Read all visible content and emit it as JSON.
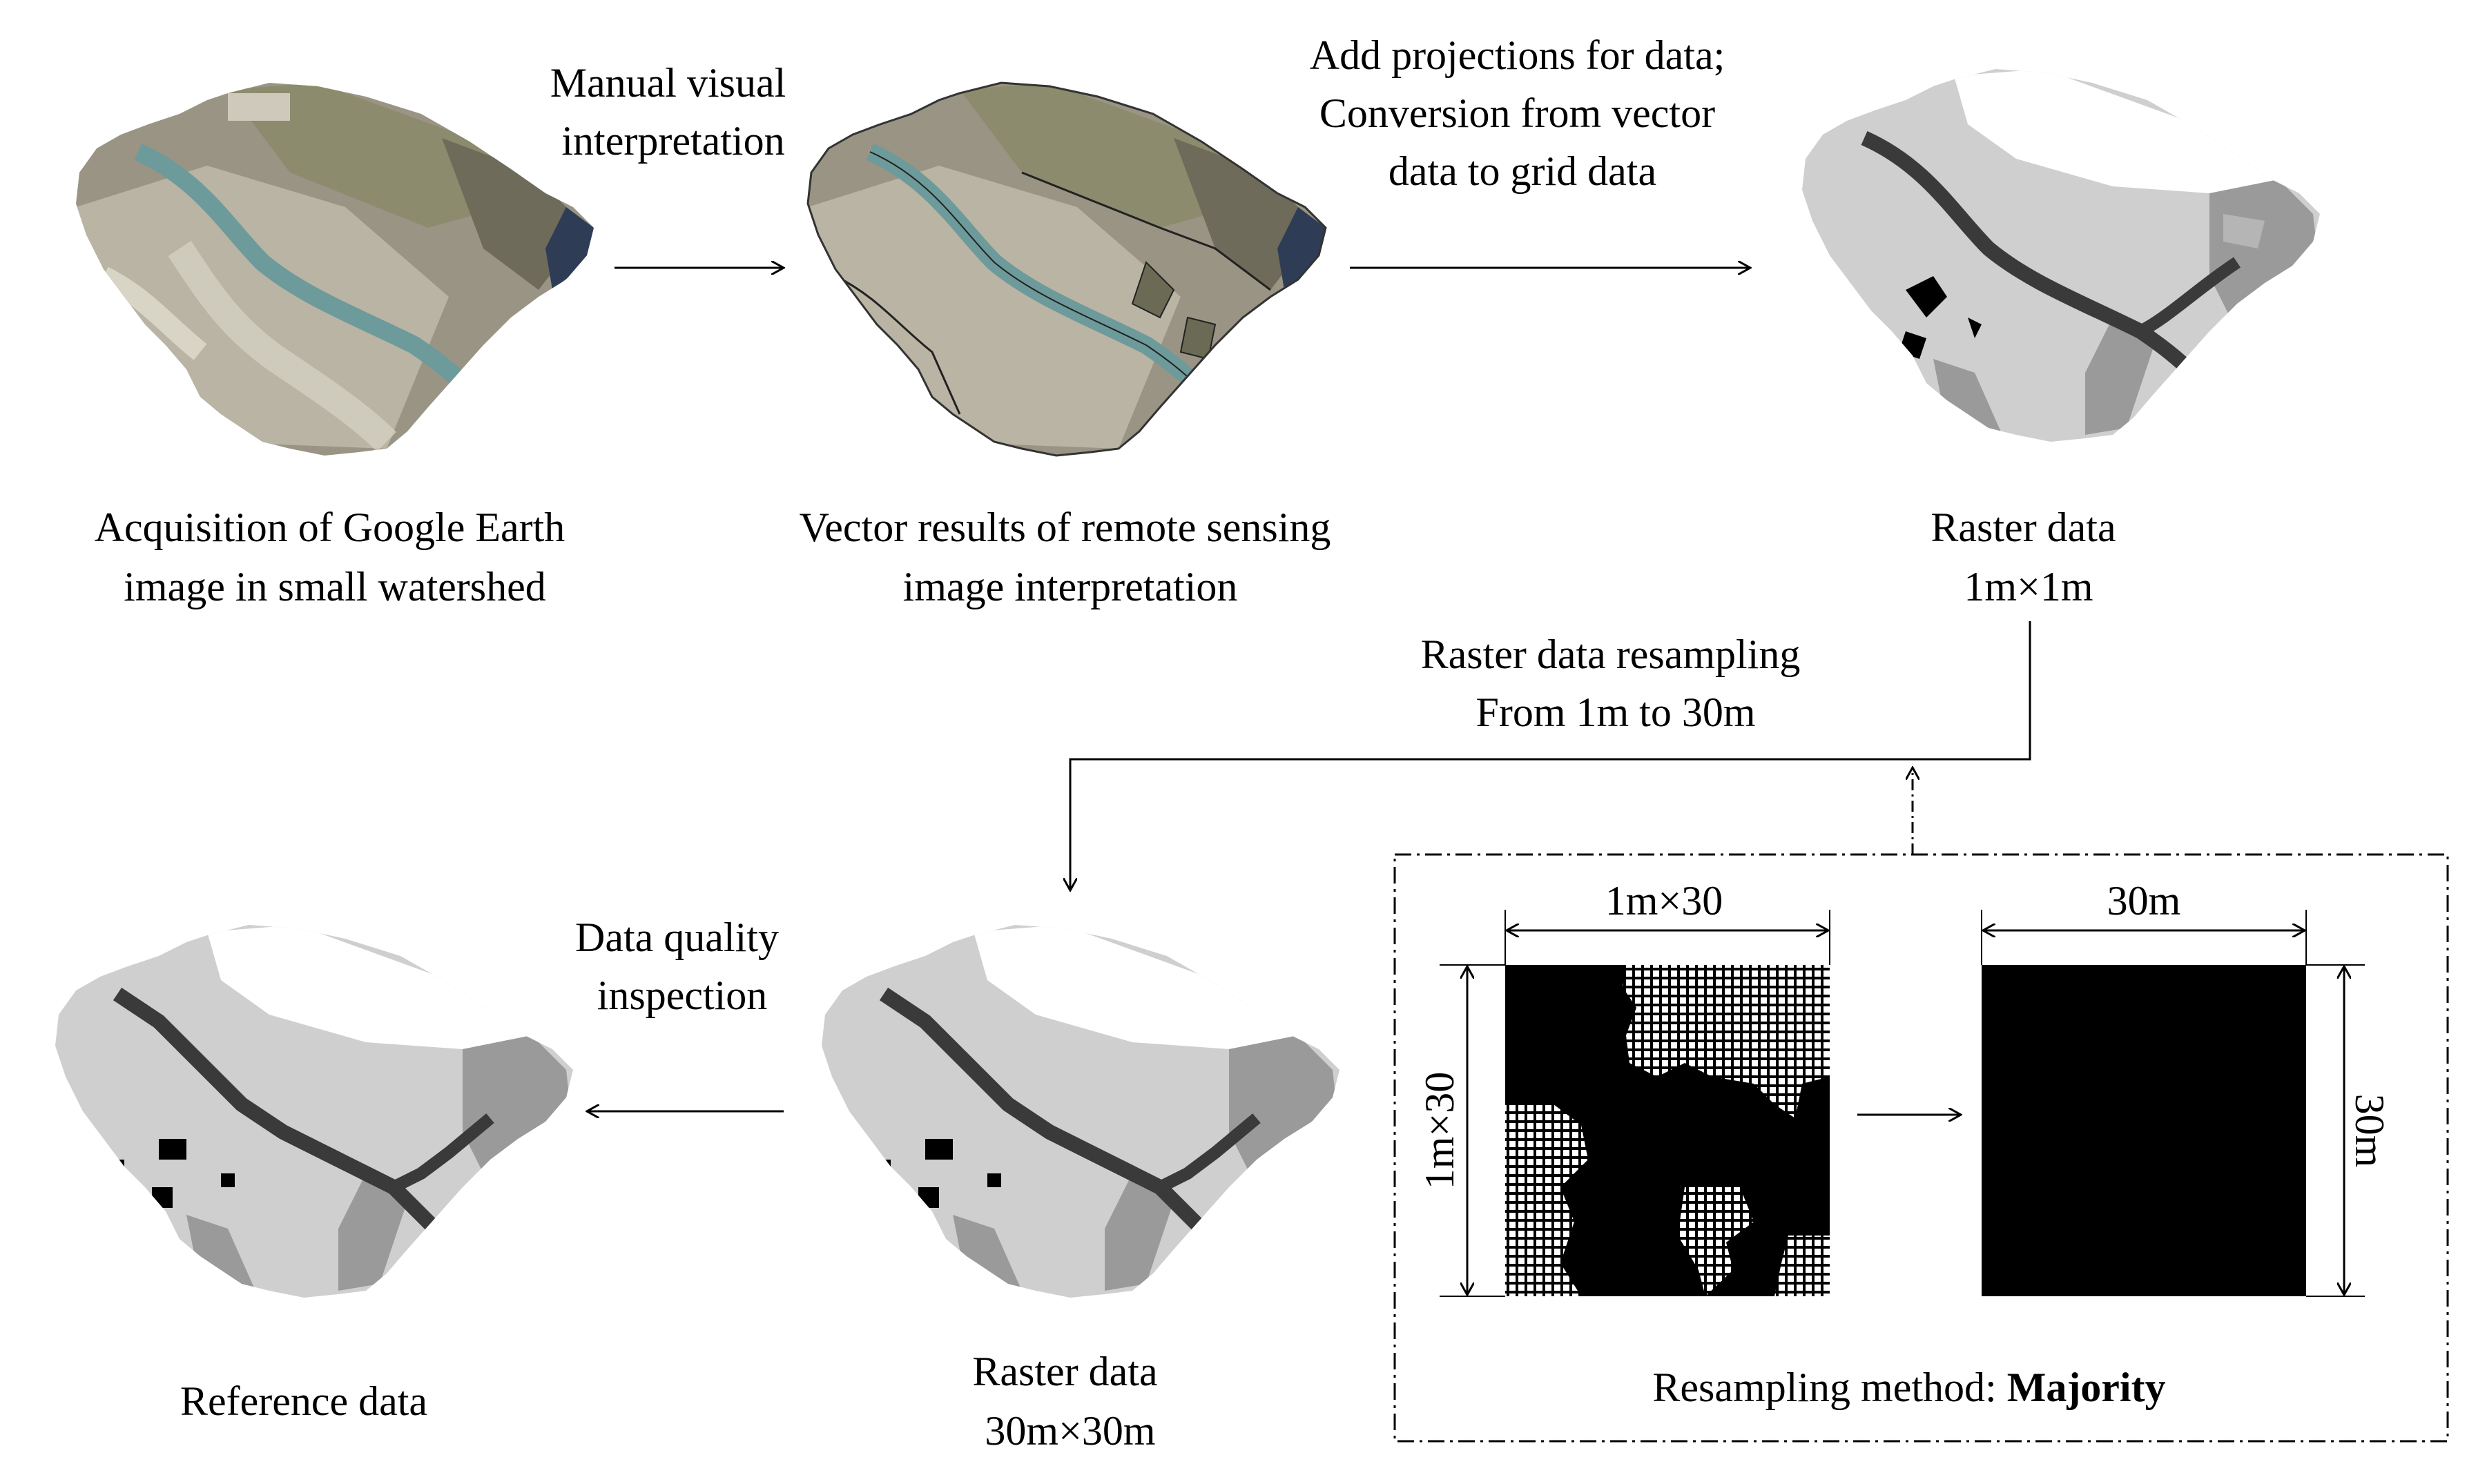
{
  "labels": {
    "step1": [
      "Acquisition of Google Earth",
      "image in small watershed"
    ],
    "step2": [
      "Vector results of remote sensing",
      "image interpretation"
    ],
    "step3": [
      "Raster data",
      "1m×1m"
    ],
    "step4": [
      "Raster data",
      "30m×30m"
    ],
    "step5": [
      "Reference data"
    ]
  },
  "arrows": {
    "manual": [
      "Manual visual",
      "interpretation"
    ],
    "projection": [
      "Add projections for data;",
      "Conversion from vector",
      "data to grid data"
    ],
    "resample": [
      "Raster data resampling",
      "From 1m to 30m"
    ],
    "quality": [
      "Data quality",
      "inspection"
    ]
  },
  "inset": {
    "left_top_dim": "1m×30",
    "left_side_dim": "1m×30",
    "right_top_dim": "30m",
    "right_side_dim": "30m",
    "method_prefix": "Resampling method: ",
    "method_name": "Majority"
  },
  "colors": {
    "river_satellite": "#6d9a9a",
    "terrain_satellite": "#9a9484",
    "raster_light": "#cfcfcf",
    "raster_mid": "#9a9a9a",
    "raster_dark": "#3a3a3a"
  }
}
